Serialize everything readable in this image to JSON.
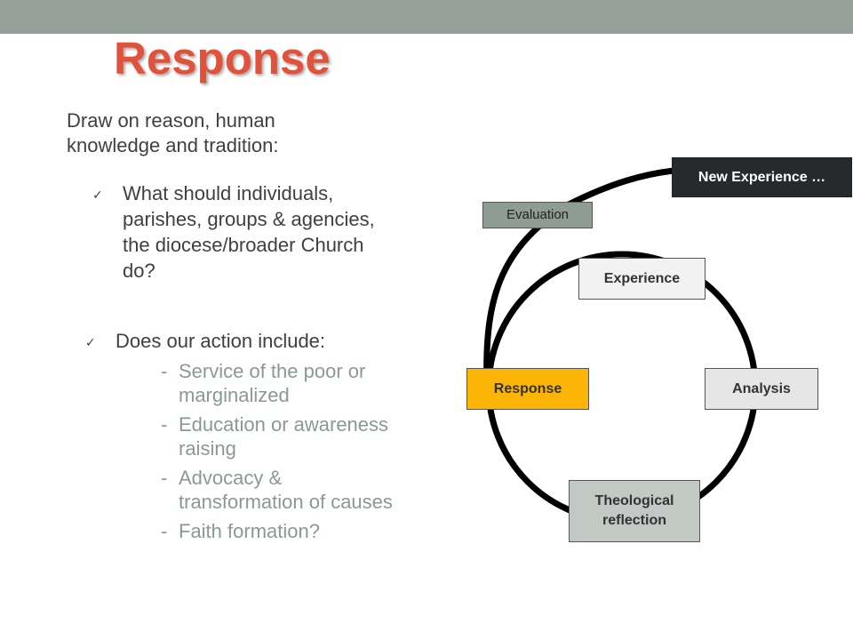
{
  "colors": {
    "top_bar": "#95a198",
    "title": "#e0533a",
    "sub_text": "#8a9a91",
    "new_experience_bg": "#262a2c",
    "evaluation_bg": "#8f9c93",
    "experience_bg": "#f2f2f2",
    "response_bg": "#fcb507",
    "analysis_bg": "#e6e6e6",
    "theological_bg": "#c2c8c4",
    "cycle_stroke": "#000000"
  },
  "slide": {
    "title": "Response",
    "intro": "Draw on reason, human knowledge and tradition:",
    "check_mark": "✓",
    "bullets": [
      "What should individuals, parishes, groups & agencies, the diocese/broader Church do?",
      "Does our action include:"
    ],
    "sub_bullets": [
      "Service of the poor or marginalized",
      "Education or awareness raising",
      "Advocacy & transformation of causes",
      "Faith formation?"
    ],
    "dash": "-"
  },
  "diagram": {
    "new_experience": "New Experience …",
    "evaluation": "Evaluation",
    "experience": "Experience",
    "response": "Response",
    "analysis": "Analysis",
    "theological_reflection": "Theological reflection"
  }
}
